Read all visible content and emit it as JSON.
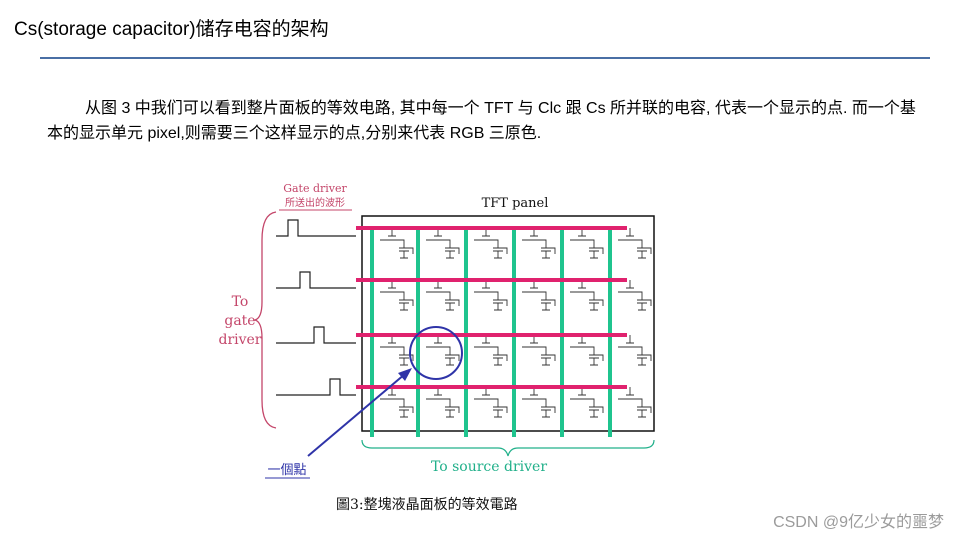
{
  "title": "Cs(storage capacitor)储存电容的架构",
  "paragraph": "从图 3 中我们可以看到整片面板的等效电路, 其中每一个 TFT 与 Clc 跟 Cs 所并联的电容, 代表一个显示的点. 而一个基本的显示单元 pixel,则需要三个这样显示的点,分别来代表 RGB 三原色.",
  "figure": {
    "gate_driver_label_line1": "Gate driver",
    "gate_driver_label_line2": "所送出的波形",
    "panel_label": "TFT panel",
    "to_gate_driver": [
      "To",
      "gate",
      "driver"
    ],
    "one_dot_label": "一個點",
    "source_driver_label": "To source driver",
    "caption": "圖3:整塊液晶面板的等效電路",
    "gate_line_count": 4,
    "source_line_count": 6,
    "colors": {
      "gate_line": "#e0226e",
      "source_line": "#1fc48e",
      "annotation_pink": "#c4466a",
      "annotation_blue": "#2f34a8",
      "source_label": "#21b08a"
    }
  },
  "watermark": "CSDN @9亿少女的噩梦"
}
